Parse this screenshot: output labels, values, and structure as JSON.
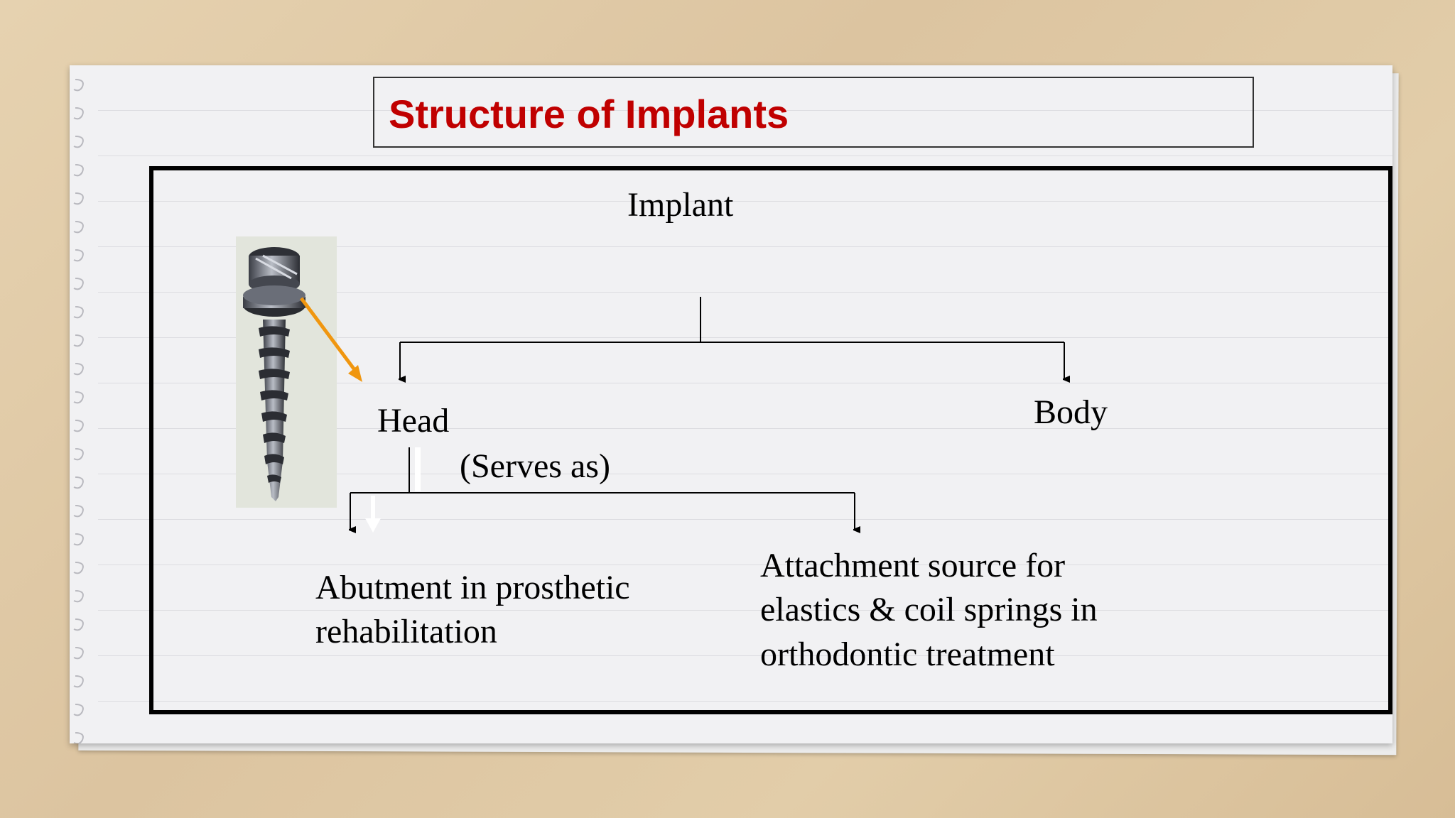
{
  "slide": {
    "title": "Structure of Implants",
    "root_label": "Implant",
    "head_label": "Head",
    "body_label": "Body",
    "serves_as_label": "(Serves as)",
    "abutment_lines": [
      "Abutment in prosthetic",
      "rehabilitation"
    ],
    "attachment_lines": [
      "Attachment source for",
      "elastics & coil springs in",
      "orthodontic treatment"
    ]
  },
  "colors": {
    "title": "#c00000",
    "pointer_arrow": "#f0960f",
    "background": "#e2cda9"
  },
  "icons": {
    "implant_image": "implant-screw-icon",
    "pointer": "orange-arrow-icon"
  }
}
